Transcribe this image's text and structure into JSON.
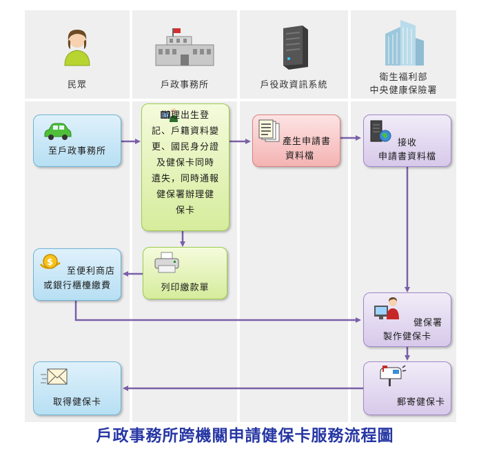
{
  "lanes": [
    {
      "label": "民眾",
      "icon": "person-icon"
    },
    {
      "label": "戶政事務所",
      "icon": "office-building-icon"
    },
    {
      "label": "戶役政資訊系統",
      "icon": "server-icon"
    },
    {
      "label_line1": "衛生福利部",
      "label_line2": "中央健康保險署",
      "icon": "tall-building-icon"
    }
  ],
  "boxes": {
    "go_office": "至戶政事務所",
    "process": [
      "辦理出生登",
      "記、戶籍資料變",
      "更、國民身分證",
      "及健保卡同時",
      "遺失，同時通報",
      "健保署辦理健",
      "保卡"
    ],
    "generate": [
      "產生申請書",
      "資料檔"
    ],
    "receive": [
      "接收",
      "申請書資料檔"
    ],
    "print": "列印繳款單",
    "pay": [
      "至便利商店",
      "或銀行櫃檯繳費"
    ],
    "make_card": [
      "健保署",
      "製作健保卡"
    ],
    "mail_card": "郵寄健保卡",
    "get_card": "取得健保卡"
  },
  "colors": {
    "blue": "#b7dff3",
    "green": "#d6ec9c",
    "pink": "#f4b3b3",
    "purple": "#d7c9ea",
    "arrow": "#7a5fa8",
    "title": "#2636a3"
  },
  "title": "戶政事務所跨機關申請健保卡服務流程圖"
}
